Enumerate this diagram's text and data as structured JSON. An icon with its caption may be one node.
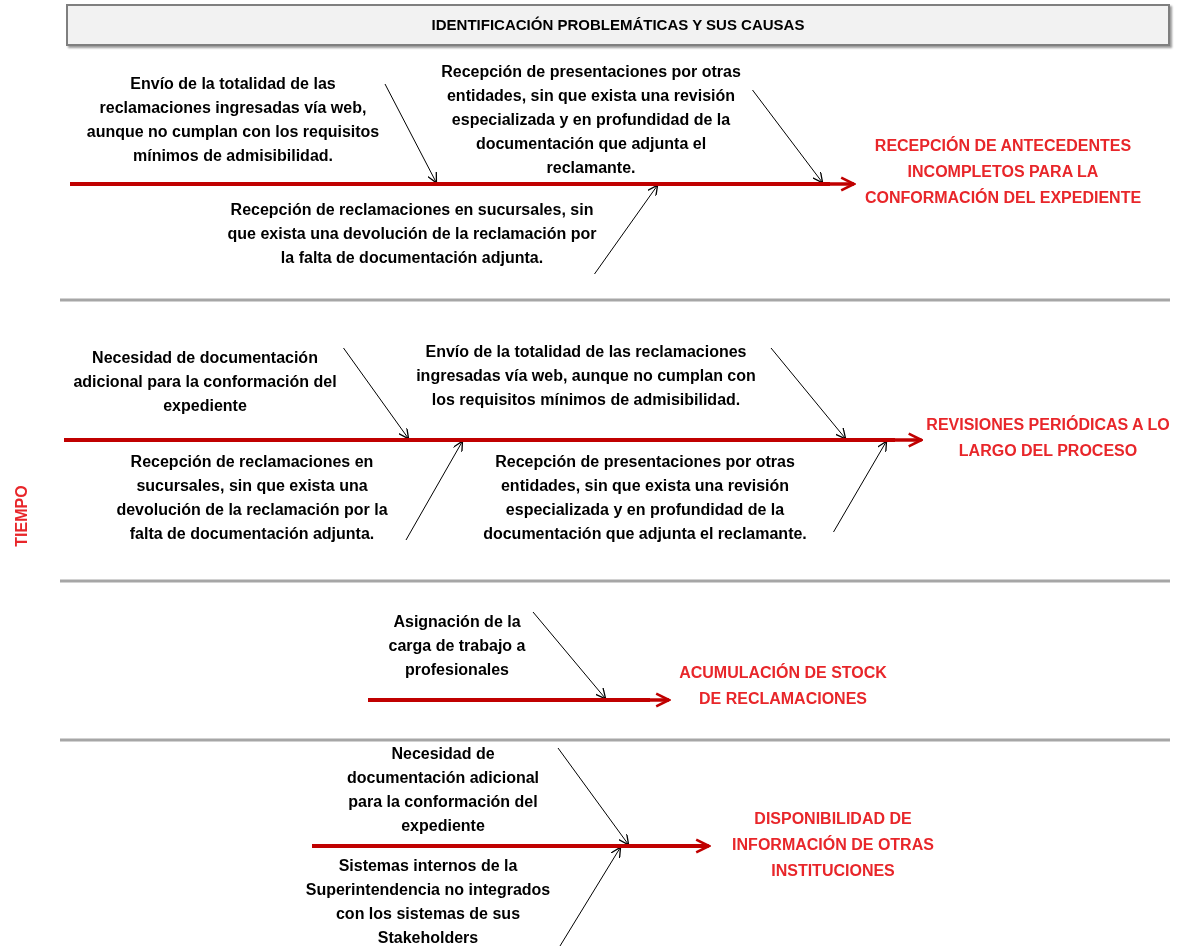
{
  "diagram": {
    "nodes": [
      {
        "text": [
          "IDENTIFICACIÓN  PROBLEMÁTICAS Y SUS CAUSAS"
        ]
      },
      {
        "text": [
          "Envío de la totalidad de las reclamaciones ingresadas vía web, aunque no cumplan con los requisitos mínimos de admisibilidad."
        ]
      },
      {
        "text": [
          "Recepción de presentaciones por otras entidades, sin que exista una revisión especializada y en profundidad de la documentación que adjunta el reclamante."
        ]
      },
      {
        "text": [
          "Recepción de reclamaciones en sucursales, sin que exista una devolución de la reclamación por la falta de documentación adjunta."
        ]
      },
      {
        "text": [
          "RECEPCIÓN DE ANTECEDENTES INCOMPLETOS PARA LA CONFORMACIÓN DEL EXPEDIENTE"
        ]
      },
      {
        "text": [
          "Necesidad de documentación adicional para la conformación del expediente"
        ]
      },
      {
        "text": [
          "Envío de la totalidad de las reclamaciones ingresadas vía web, aunque no cumplan con los requisitos mínimos de admisibilidad."
        ]
      },
      {
        "text": [
          "Recepción de reclamaciones en sucursales, sin que exista una devolución de la reclamación por la falta de documentación adjunta."
        ]
      },
      {
        "text": [
          "Recepción de presentaciones por otras entidades, sin que exista una revisión especializada y en profundidad de la documentación que adjunta el reclamante."
        ]
      },
      {
        "text": [
          "REVISIONES PERIÓDICAS A LO LARGO DEL PROCESO"
        ]
      },
      {
        "text": [
          "Asignación de la carga de trabajo a profesionales"
        ]
      },
      {
        "text": [
          "ACUMULACIÓN DE STOCK DE RECLAMACIONES"
        ]
      },
      {
        "text": [
          "Necesidad de documentación adicional para la conformación del expediente"
        ]
      },
      {
        "text": [
          "Sistemas internos de la Superintendencia no integrados con los sistemas de sus Stakeholders"
        ]
      },
      {
        "text": [
          "DISPONIBILIDAD DE INFORMACIÓN DE OTRAS INSTITUCIONES"
        ]
      },
      {
        "text": [],
        "shape": "bar"
      },
      {
        "text": [],
        "shape": "bar"
      },
      {
        "text": [],
        "shape": "bar"
      },
      {
        "text": [],
        "shape": "bar"
      }
    ],
    "edges": [
      {
        "from": 15,
        "to": 4,
        "arrow": "to",
        "style": "thick",
        "color": "#c00000"
      },
      {
        "from": 1,
        "to": 15,
        "arrow": "to"
      },
      {
        "from": 2,
        "to": 15,
        "arrow": "to"
      },
      {
        "from": 3,
        "to": 15,
        "arrow": "to"
      },
      {
        "from": 16,
        "to": 9,
        "arrow": "to",
        "style": "thick",
        "color": "#c00000"
      },
      {
        "from": 5,
        "to": 16,
        "arrow": "to"
      },
      {
        "from": 6,
        "to": 16,
        "arrow": "to"
      },
      {
        "from": 7,
        "to": 16,
        "arrow": "to"
      },
      {
        "from": 8,
        "to": 16,
        "arrow": "to"
      },
      {
        "from": 17,
        "to": 11,
        "arrow": "to",
        "style": "thick",
        "color": "#c00000"
      },
      {
        "from": 10,
        "to": 17,
        "arrow": "to"
      },
      {
        "from": 18,
        "to": 14,
        "arrow": "to",
        "style": "thick",
        "color": "#c00000"
      },
      {
        "from": 12,
        "to": 18,
        "arrow": "to"
      },
      {
        "from": 13,
        "to": 18,
        "arrow": "to"
      }
    ],
    "labels": [
      "TIEMPO"
    ]
  }
}
